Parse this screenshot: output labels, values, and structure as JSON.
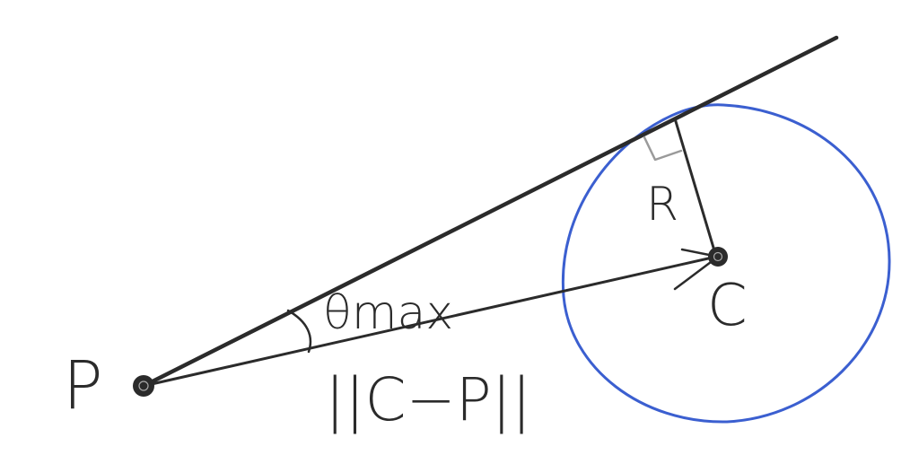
{
  "diagram": {
    "labels": {
      "point_p": "P",
      "point_c": "C",
      "radius": "R",
      "angle": "θmax",
      "distance": "||C−P||"
    },
    "colors": {
      "ink": "#2b2b2b",
      "circle": "#3b5fd0",
      "right_angle_marker": "#9a9a9a",
      "background": "#ffffff"
    }
  }
}
